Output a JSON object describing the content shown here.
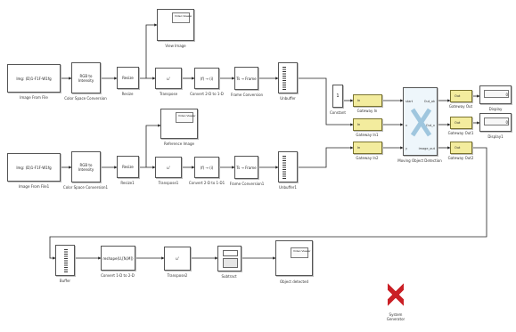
{
  "diagram": {
    "blocks": {
      "image_from_file_1": {
        "text": "Img: (D)1-F1F-W1fg",
        "label": "Image From File"
      },
      "rgb_to_intensity_1": {
        "text": "RGB to Intensity",
        "label": "Color Space Conversion"
      },
      "resize_1": {
        "text": "Resize",
        "label": "Resize"
      },
      "view_image_1": {
        "text": "Video Viewer",
        "label": "View Image"
      },
      "transpose_1": {
        "text": "u'",
        "label": "Transpose"
      },
      "convert_1": {
        "text": "(f) → (i)",
        "label": "Convert 2-D to 1-D"
      },
      "frame_conv_1": {
        "text": "Ts → Frame",
        "label": "Frame Conversion"
      },
      "unbuffer_1": {
        "text": "",
        "label": "Unbuffer"
      },
      "constant": {
        "text": "1",
        "label": "Constant"
      },
      "gateway_in_1": {
        "text": "In",
        "label": "Gateway In"
      },
      "gateway_in_2": {
        "text": "In",
        "label": "Gateway In1"
      },
      "gateway_in_3": {
        "text": "In",
        "label": "Gateway In2"
      },
      "image_from_file_2": {
        "text": "Img: (D)1-F1F-W1fg",
        "label": "Image From File1"
      },
      "rgb_to_intensity_2": {
        "text": "RGB to Intensity",
        "label": "Color Space Conversion1"
      },
      "resize_2": {
        "text": "Resize",
        "label": "Resize1"
      },
      "view_image_2": {
        "text": "Video Viewer",
        "label": "Reference Image"
      },
      "transpose_2": {
        "text": "u'",
        "label": "Transpose1"
      },
      "convert_2": {
        "text": "(f) → (i)",
        "label": "Convert 2-D to 1-D1"
      },
      "frame_conv_2": {
        "text": "Ts → Frame",
        "label": "Frame Conversion1"
      },
      "unbuffer_2": {
        "text": "",
        "label": "Unbuffer1"
      },
      "detector": {
        "label": "Moving Object Detection",
        "ports_in": [
          "start",
          "x",
          "y"
        ],
        "ports_out": [
          "Out_ok",
          "Out_x",
          "image_out"
        ]
      },
      "gateway_out_1": {
        "text": "Out",
        "label": "Gateway Out"
      },
      "gateway_out_2": {
        "text": "Out",
        "label": "Gateway Out1"
      },
      "gateway_out_3": {
        "text": "Out",
        "label": "Gateway Out2"
      },
      "display_1": {
        "text": "0",
        "label": "Display"
      },
      "display_2": {
        "text": "0",
        "label": "Display1"
      },
      "buffer": {
        "text": "",
        "label": "Buffer"
      },
      "convert_3": {
        "text": "reshape(U,[N,M])",
        "label": "Convert 1-D to 2-D"
      },
      "transpose_3": {
        "text": "u'",
        "label": "Transpose2"
      },
      "subtract": {
        "text": "",
        "label": "Subtract"
      },
      "view_image_3": {
        "text": "Video Viewer",
        "label": "Object detected"
      }
    },
    "sysgen": {
      "label_line1": "System",
      "label_line2": "Generator"
    }
  }
}
